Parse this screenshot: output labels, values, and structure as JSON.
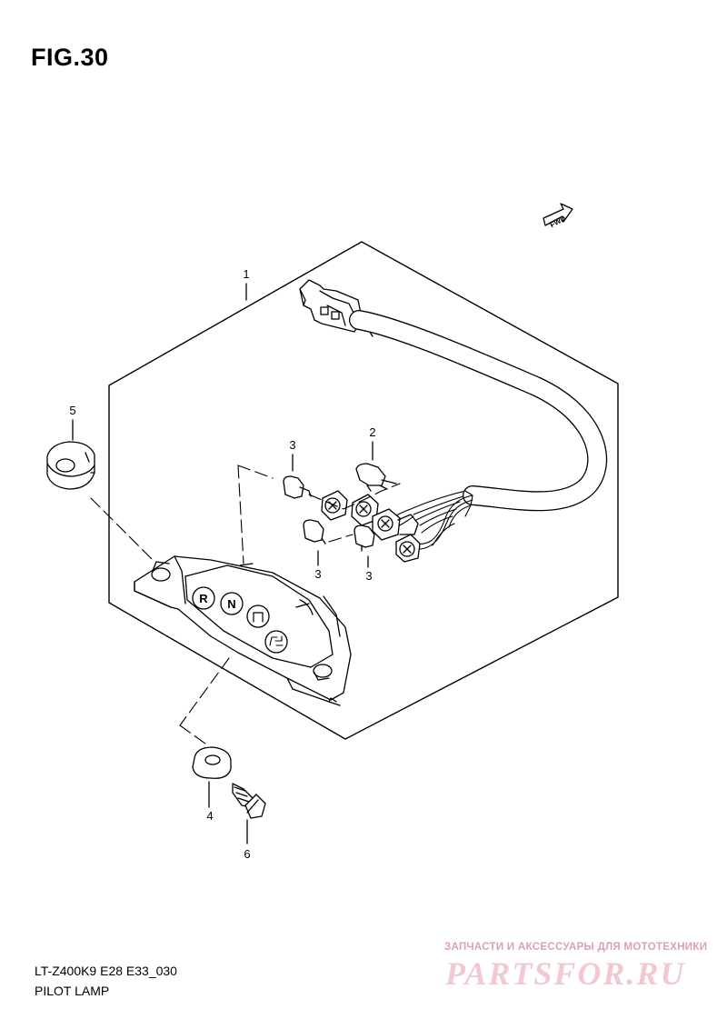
{
  "figure_title": "FIG.30",
  "fwd_label": "FWD",
  "callouts": [
    {
      "id": "callout-1",
      "label": "1"
    },
    {
      "id": "callout-2",
      "label": "2"
    },
    {
      "id": "callout-3a",
      "label": "3"
    },
    {
      "id": "callout-3b",
      "label": "3"
    },
    {
      "id": "callout-3c",
      "label": "3"
    },
    {
      "id": "callout-4",
      "label": "4"
    },
    {
      "id": "callout-5",
      "label": "5"
    },
    {
      "id": "callout-6",
      "label": "6"
    }
  ],
  "indicator_letters": [
    "R",
    "N"
  ],
  "footer": {
    "model_code": "LT-Z400K9 E28 E33_030",
    "name": "PILOT LAMP"
  },
  "watermark": {
    "tagline": "ЗАПЧАСТИ И АКСЕССУАРЫ ДЛЯ МОТОТЕХНИКИ",
    "brand": "PARTSFOR.RU"
  }
}
